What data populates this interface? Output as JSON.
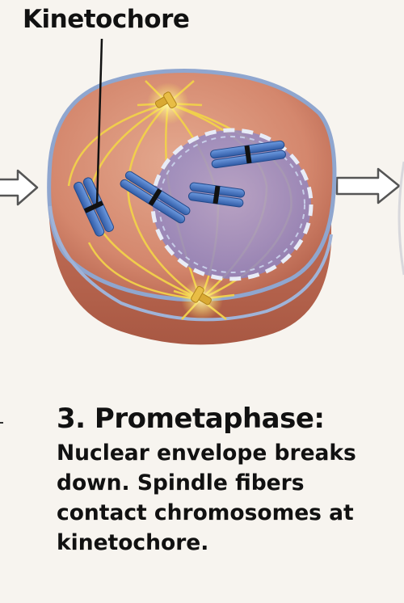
{
  "labels": {
    "kinetochore": "Kinetochore"
  },
  "caption": {
    "title": "3. Prometaphase:",
    "lines": [
      "Nuclear envelope breaks",
      "down. Spindle fibers",
      "contact chromosomes at",
      "kinetochore."
    ]
  },
  "colors": {
    "cell_fill": "#d4876d",
    "cell_membrane": "#8fa6cf",
    "nucleus_fill": "#9c8fc6",
    "spindle_fiber": "#f2d24a",
    "chromosome": "#3f6fb8",
    "centromere": "#111111",
    "arrow_outline": "#555555"
  },
  "icons": {
    "left_arrow": "hollow-right-arrow",
    "right_arrow": "hollow-right-arrow"
  }
}
